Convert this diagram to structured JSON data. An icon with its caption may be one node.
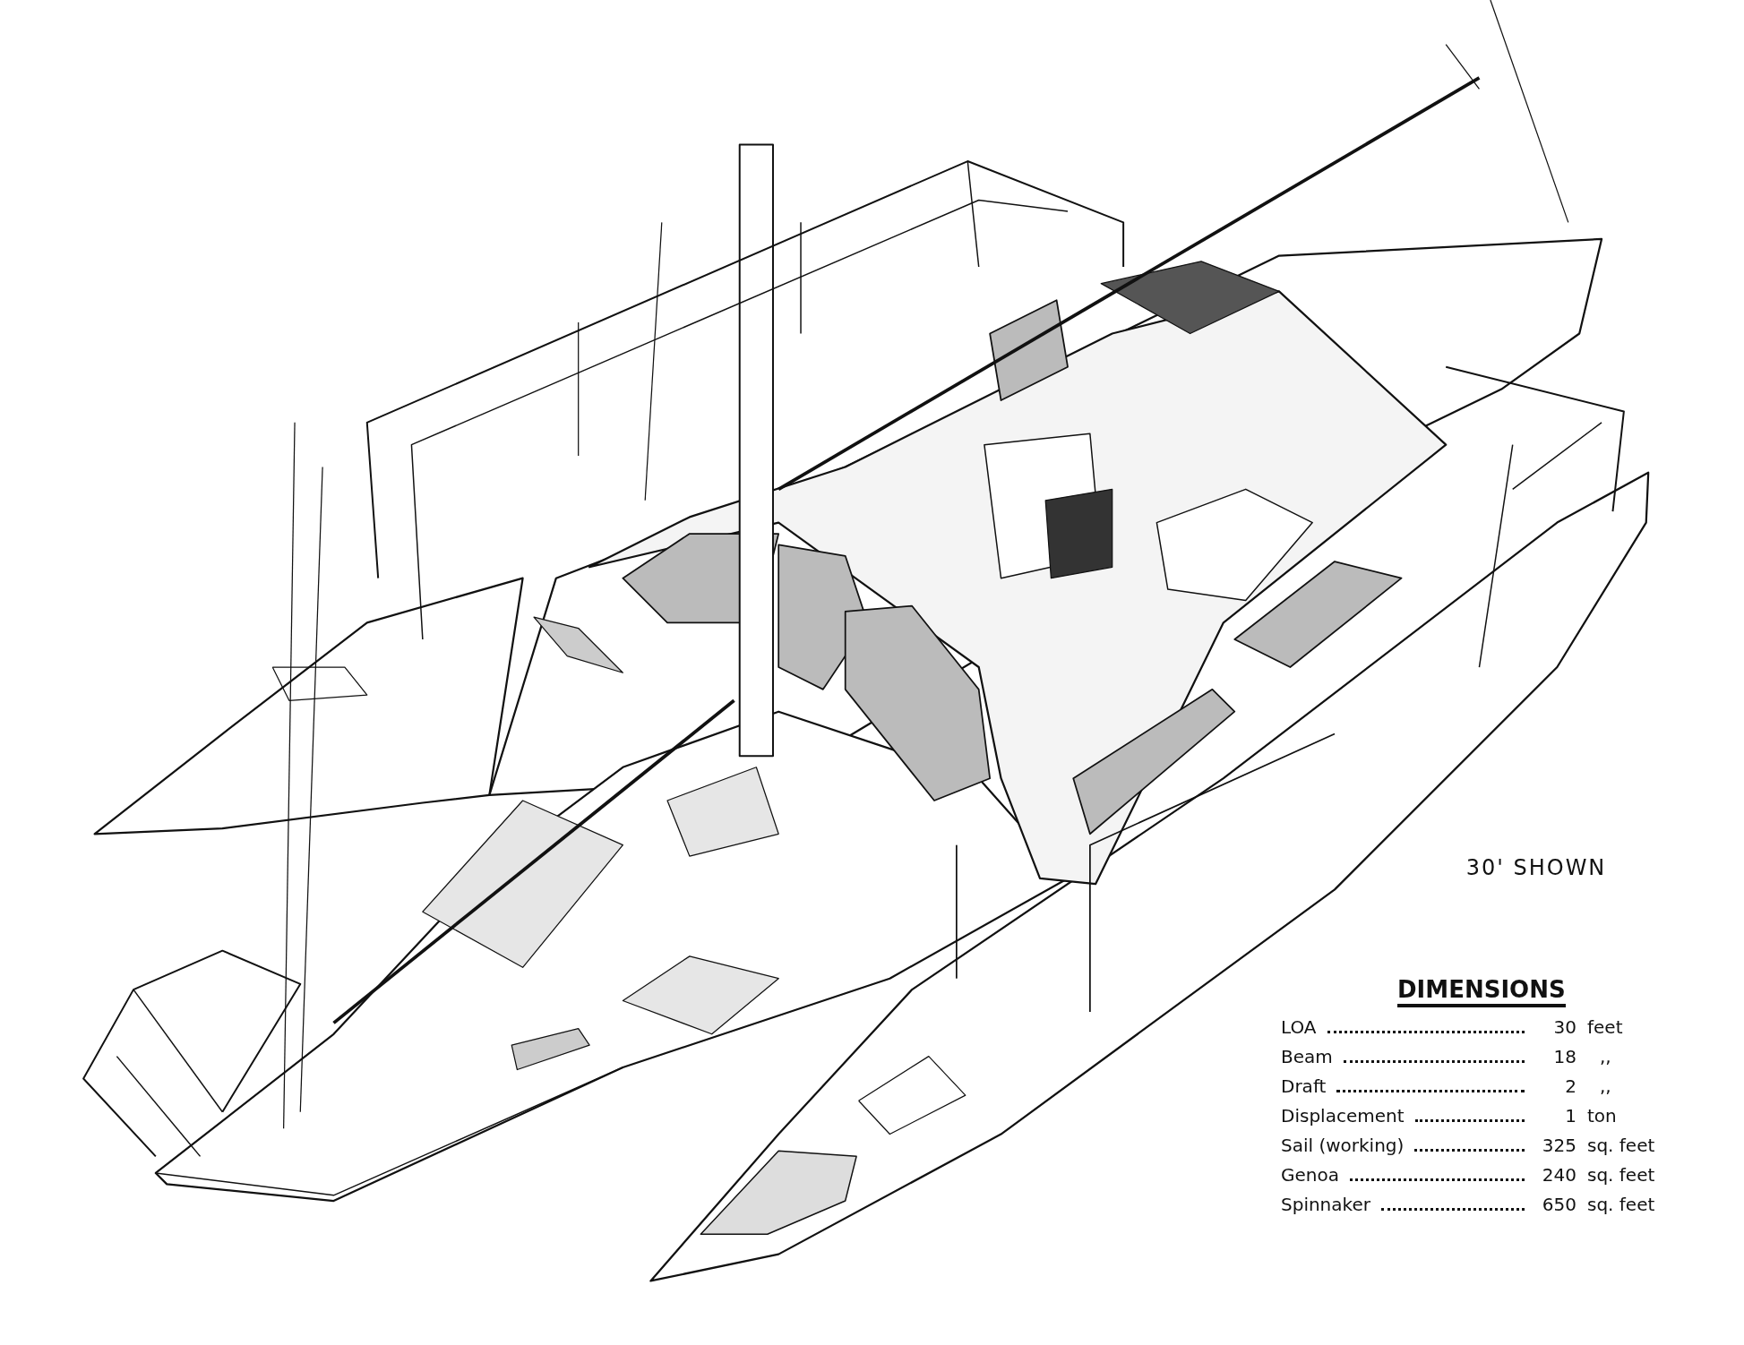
{
  "diagram": {
    "labels": [
      "30' SHOWN",
      "DIMENSIONS",
      "LOA",
      "30",
      "feet",
      "Beam",
      "18",
      ",,",
      "Draft",
      "2",
      ",,",
      "Displacement",
      "1",
      "ton",
      "Sail (working)",
      "325",
      "sq. feet",
      "Genoa",
      "240",
      "sq. feet",
      "Spinnaker",
      "650",
      "sq. feet"
    ]
  }
}
